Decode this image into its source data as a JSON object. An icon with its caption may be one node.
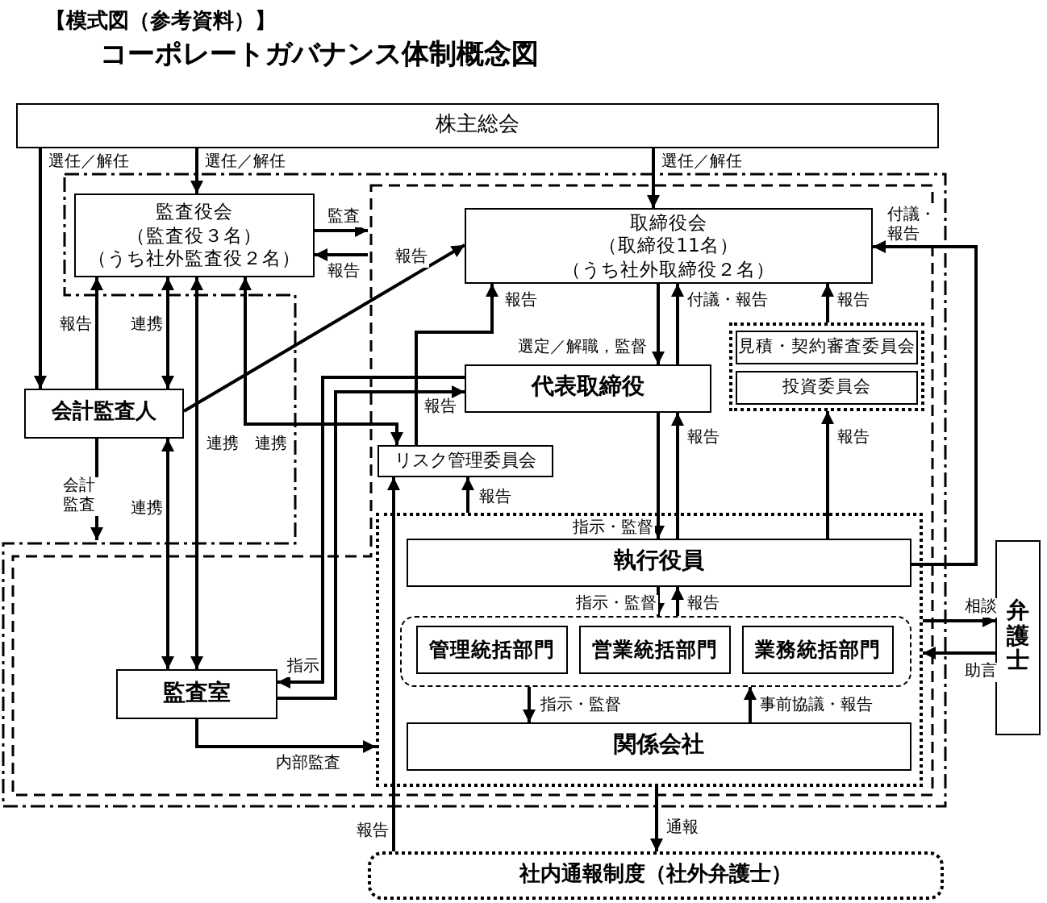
{
  "diagram": {
    "title": "コーポレートガバナンス体制概念図",
    "labels": [
      "【模式図（参考資料）】"
    ],
    "nodes": [
      {
        "text": [
          "株主総会"
        ]
      },
      {
        "text": [
          "監査役会",
          "（監査役３名）",
          "（うち社外監査役２名）"
        ]
      },
      {
        "text": [
          "取締役会",
          "（取締役11名）",
          "（うち社外取締役２名）"
        ]
      },
      {
        "text": [
          "代表取締役"
        ]
      },
      {
        "text": [],
        "shape": "box"
      },
      {
        "text": [
          "見積・契約審査委員会"
        ],
        "in": 4
      },
      {
        "text": [
          "投資委員会"
        ],
        "in": 4
      },
      {
        "text": [
          "会計監査人"
        ]
      },
      {
        "text": [
          "リスク管理委員会"
        ]
      },
      {
        "text": [],
        "shape": "box"
      },
      {
        "text": [
          "執行役員"
        ],
        "in": 9
      },
      {
        "text": [],
        "shape": "box",
        "in": 9
      },
      {
        "text": [
          "管理統括部門"
        ],
        "in": 11
      },
      {
        "text": [
          "営業統括部門"
        ],
        "in": 11
      },
      {
        "text": [
          "業務統括部門"
        ],
        "in": 11
      },
      {
        "text": [
          "関係会社"
        ],
        "in": 9
      },
      {
        "text": [
          "監査室"
        ]
      },
      {
        "text": [
          "弁護士"
        ]
      },
      {
        "text": [
          "社内通報制度（社外弁護士）"
        ]
      }
    ],
    "edges": [
      {
        "from": 0,
        "to": 7,
        "arrow": "to",
        "label": "選任／解任"
      },
      {
        "from": 0,
        "to": 1,
        "arrow": "to",
        "label": "選任／解任"
      },
      {
        "from": 0,
        "to": 2,
        "arrow": "to",
        "label": "選任／解任"
      },
      {
        "from": 1,
        "to": null,
        "arrow": "to",
        "label": "監査"
      },
      {
        "from": null,
        "to": 1,
        "arrow": "to",
        "label": "報告"
      },
      {
        "from": 7,
        "to": 1,
        "arrow": "to",
        "label": "報告"
      },
      {
        "from": 1,
        "to": 7,
        "arrow": "both",
        "label": "連携"
      },
      {
        "from": 7,
        "to": 2,
        "arrow": "to",
        "label": "報告"
      },
      {
        "from": 7,
        "to": 16,
        "arrow": "both",
        "label": "連携"
      },
      {
        "from": 1,
        "to": 16,
        "arrow": "both",
        "label": "連携"
      },
      {
        "from": 1,
        "to": 8,
        "arrow": "both",
        "label": "連携"
      },
      {
        "from": 7,
        "to": null,
        "arrow": "to",
        "label": "会計監査"
      },
      {
        "from": 3,
        "to": 16,
        "arrow": "to",
        "label": "指示"
      },
      {
        "from": 16,
        "to": 3,
        "arrow": "to",
        "label": "報告"
      },
      {
        "from": 8,
        "to": 2,
        "arrow": "to",
        "label": "報告"
      },
      {
        "from": 18,
        "to": 8,
        "arrow": "to",
        "label": "報告"
      },
      {
        "from": 9,
        "to": 8,
        "arrow": "to",
        "label": "報告"
      },
      {
        "from": 2,
        "to": 3,
        "arrow": "to",
        "label": "選定／解職，監督"
      },
      {
        "from": 3,
        "to": 2,
        "arrow": "to",
        "label": "付議・報告"
      },
      {
        "from": 4,
        "to": 2,
        "arrow": "to",
        "label": "報告"
      },
      {
        "from": 3,
        "to": 10,
        "arrow": "to",
        "label": "指示・監督"
      },
      {
        "from": 10,
        "to": 3,
        "arrow": "to",
        "label": "報告"
      },
      {
        "from": 10,
        "to": 4,
        "arrow": "to",
        "label": "報告"
      },
      {
        "from": 10,
        "to": 2,
        "arrow": "to",
        "label": "付議・報告"
      },
      {
        "from": 10,
        "to": 11,
        "arrow": "to",
        "label": "指示・監督"
      },
      {
        "from": 11,
        "to": 10,
        "arrow": "to",
        "label": "報告"
      },
      {
        "from": 11,
        "to": 15,
        "arrow": "to",
        "label": "指示・監督"
      },
      {
        "from": 15,
        "to": 11,
        "arrow": "to",
        "label": "事前協議・報告"
      },
      {
        "from": 16,
        "to": 9,
        "arrow": "to",
        "label": "内部監査"
      },
      {
        "from": 9,
        "to": 17,
        "arrow": "to",
        "label": "相談"
      },
      {
        "from": 17,
        "to": 9,
        "arrow": "to",
        "label": "助言"
      },
      {
        "from": 9,
        "to": 18,
        "arrow": "to",
        "label": "通報"
      }
    ]
  }
}
